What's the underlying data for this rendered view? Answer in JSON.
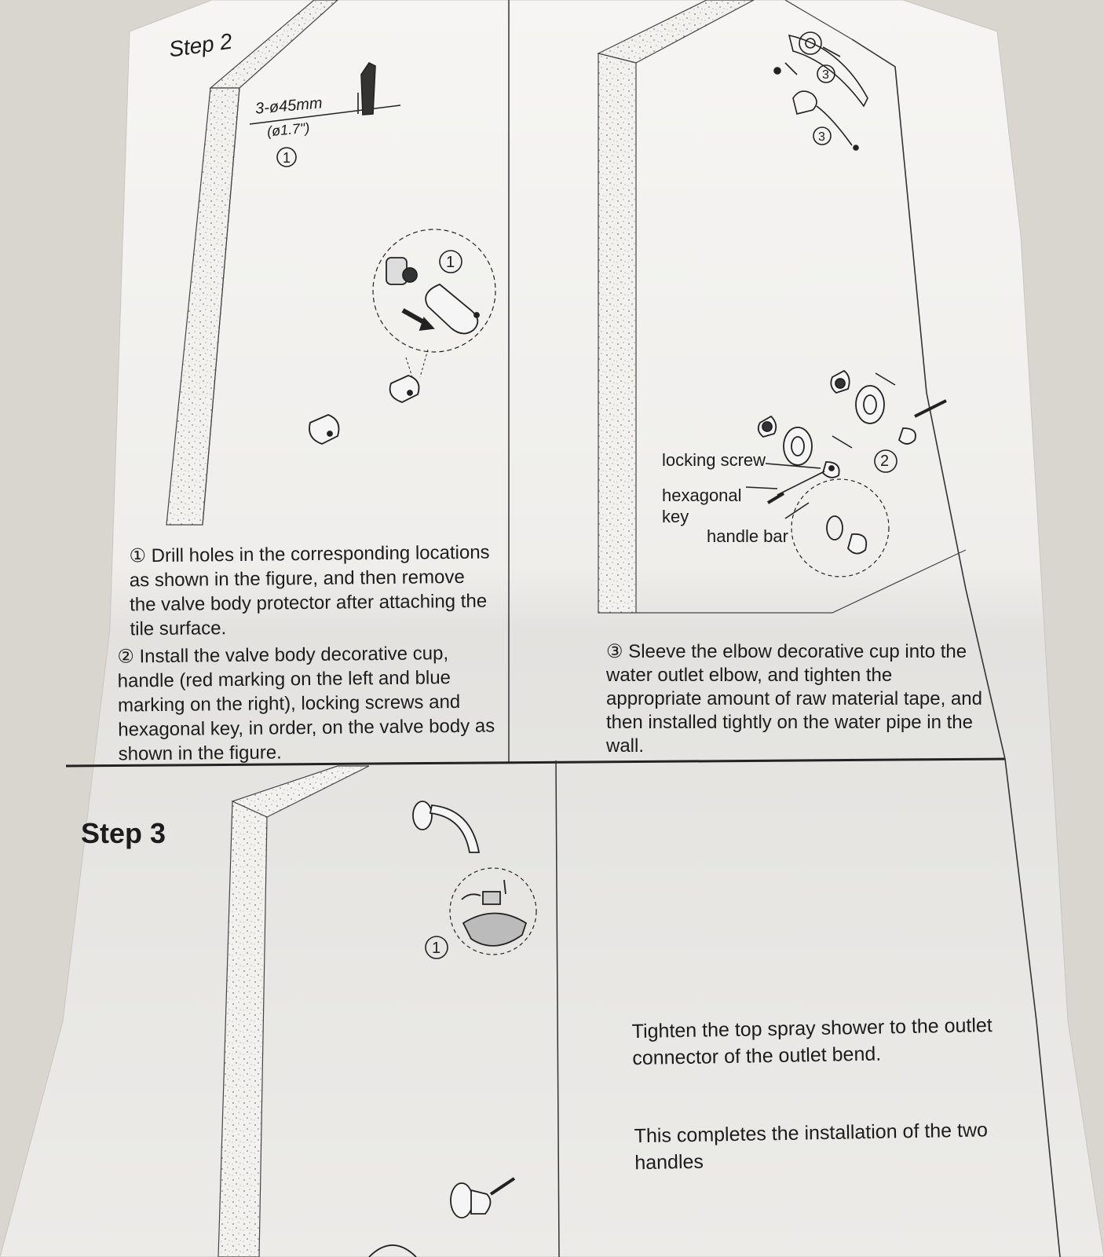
{
  "step2": {
    "title": "Step 2",
    "dim_label": "3-ø45mm",
    "dim_sub": "(ø1.7\")",
    "marker_1": "1",
    "marker_1b": "1",
    "instruction_1": "① Drill holes in the corresponding locations as shown in the figure, and then remove the valve body protector after attaching the tile surface.",
    "instruction_2": "② Install the valve body decorative cup, handle (red marking on the left and blue marking on the right), locking screws and hexagonal key, in order, on the valve body as shown in the figure."
  },
  "step2_right": {
    "marker_3a": "3",
    "marker_3b": "3",
    "marker_2": "2",
    "label_locking_screw": "locking screw",
    "label_hexagonal": "hexagonal",
    "label_key": "key",
    "label_handle_bar": "handle bar",
    "instruction_3": "③ Sleeve the elbow decorative cup into the water outlet elbow, and tighten the appropriate amount of raw material tape, and then installed tightly on the water pipe in the wall."
  },
  "step3": {
    "title": "Step 3",
    "marker_1": "1",
    "instruction_a": "Tighten the top spray shower to the outlet connector of the outlet bend.",
    "instruction_b": "This completes the installation of the two handles"
  }
}
